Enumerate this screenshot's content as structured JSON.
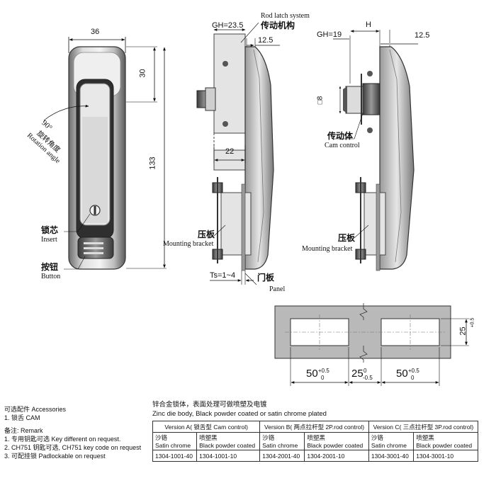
{
  "dimensions": {
    "width_36": "36",
    "height_30": "30",
    "height_133": "133",
    "gh_23_5": "GH=23.5",
    "dim_12_5_a": "12.5",
    "dim_22": "22",
    "ts": "Ts=1~4",
    "gh_19": "GH=19",
    "h": "H",
    "dim_12_5_b": "12.5",
    "sq_8": "□8",
    "panel_25": "25",
    "panel_25_tol": "+0.5",
    "panel_25_tol_low": "0",
    "cut_50_left": "50",
    "cut_25_mid": "25",
    "cut_50_right": "50",
    "tol_plus": "+0.5",
    "tol_zero": "0",
    "tol_minus": "-0.5"
  },
  "labels": {
    "rod_latch_en": "Rod latch system",
    "rod_latch_zh": "传动机构",
    "angle_deg": "90°",
    "angle_zh": "旋转角度",
    "angle_en": "Rotation angle",
    "insert_zh": "锁芯",
    "insert_en": "Insert",
    "button_zh": "按钮",
    "button_en": "Button",
    "bracket_zh_1": "压板",
    "bracket_en_1": "Mounting bracket",
    "panel_zh": "门板",
    "panel_en": "Panel",
    "cam_zh": "传动体",
    "cam_en": "Cam control",
    "bracket_zh_2": "压板",
    "bracket_en_2": "Mounting bracket"
  },
  "notes": {
    "accessories": "可选配件 Accessories",
    "acc_1": "1. 锁舌    CAM",
    "remark": "备注: Remark",
    "r1": "1. 专用钥匙可选 Key different on request.",
    "r2": "2. CH751 钥匙可选, CH751 key code on request",
    "r3": "3. 可配挂锁   Padlockable on request"
  },
  "material": {
    "zh": "锌合金锁体，表面处理可做喷塑及电镀",
    "en": "Zinc die  body, Black powder coated or satin chrome plated"
  },
  "table": {
    "versions": [
      "Version A( 锁舌型 Cam control)",
      "Version B( 两点拉杆型 2P.rod control)",
      "Version C( 三点拉杆型 3P.rod control)"
    ],
    "finish_zh": [
      "沙铬",
      "喷塑黑",
      "沙铬",
      "喷塑黑",
      "沙铬",
      "喷塑黑"
    ],
    "finish_en": [
      "Satin chrome",
      "Black powder coated",
      "Satin chrome",
      "Black powder coated",
      "Satin chrome",
      "Black powder coated"
    ],
    "codes": [
      "1304-1001-40",
      "1304-1001-10",
      "1304-2001-40",
      "1304-2001-10",
      "1304-3001-40",
      "1304-3001-10"
    ]
  }
}
